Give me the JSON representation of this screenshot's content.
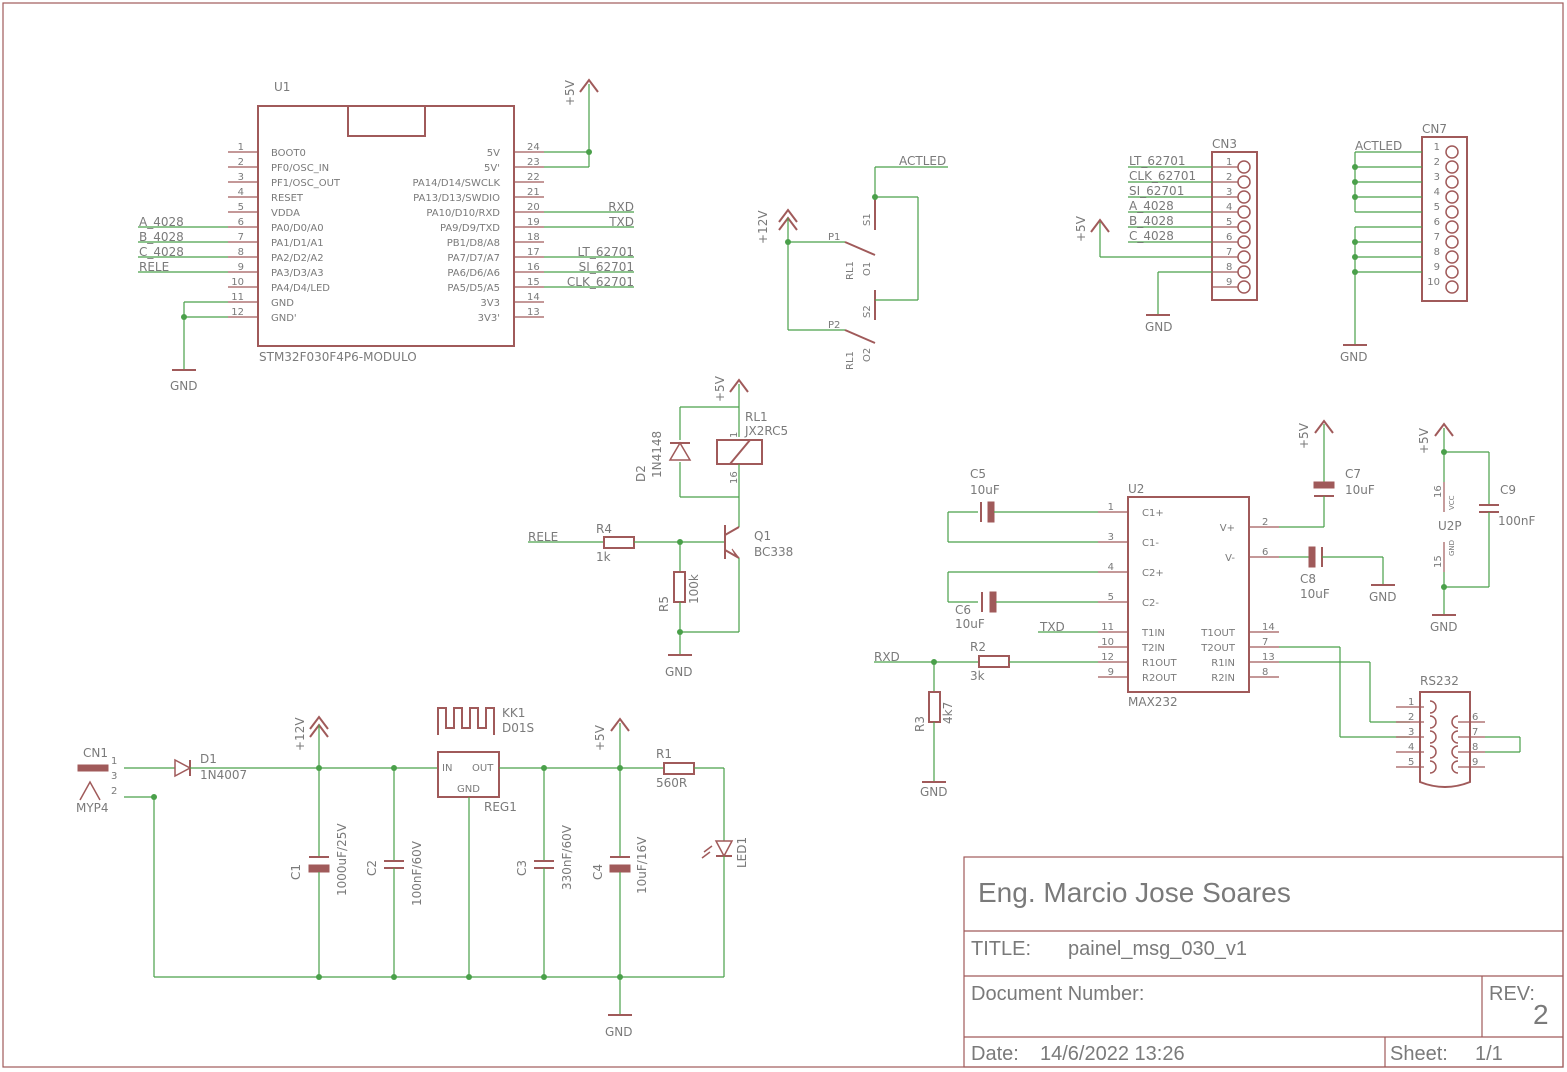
{
  "u1": {
    "ref": "U1",
    "value": "STM32F030F4P6-MODULO",
    "left_pins": [
      {
        "num": "1",
        "name": "BOOT0"
      },
      {
        "num": "2",
        "name": "PF0/OSC_IN"
      },
      {
        "num": "3",
        "name": "PF1/OSC_OUT"
      },
      {
        "num": "4",
        "name": "RESET"
      },
      {
        "num": "5",
        "name": "VDDA"
      },
      {
        "num": "6",
        "name": "PA0/D0/A0"
      },
      {
        "num": "7",
        "name": "PA1/D1/A1"
      },
      {
        "num": "8",
        "name": "PA2/D2/A2"
      },
      {
        "num": "9",
        "name": "PA3/D3/A3"
      },
      {
        "num": "10",
        "name": "PA4/D4/LED"
      },
      {
        "num": "11",
        "name": "GND"
      },
      {
        "num": "12",
        "name": "GND'"
      }
    ],
    "right_pins": [
      {
        "num": "24",
        "name": "5V"
      },
      {
        "num": "23",
        "name": "5V'"
      },
      {
        "num": "22",
        "name": "PA14/D14/SWCLK"
      },
      {
        "num": "21",
        "name": "PA13/D13/SWDIO"
      },
      {
        "num": "20",
        "name": "PA10/D10/RXD"
      },
      {
        "num": "19",
        "name": "PA9/D9/TXD"
      },
      {
        "num": "18",
        "name": "PB1/D8/A8"
      },
      {
        "num": "17",
        "name": "PA7/D7/A7"
      },
      {
        "num": "16",
        "name": "PA6/D6/A6"
      },
      {
        "num": "15",
        "name": "PA5/D5/A5"
      },
      {
        "num": "14",
        "name": "3V3"
      },
      {
        "num": "13",
        "name": "3V3'"
      }
    ],
    "left_nets": [
      "",
      "",
      "",
      "",
      "",
      "A_4028",
      "B_4028",
      "C_4028",
      "RELE",
      "",
      "",
      ""
    ],
    "right_nets": [
      "",
      "",
      "",
      "",
      "RXD",
      "TXD",
      "",
      "LT_62701",
      "SI_62701",
      "CLK_62701",
      "",
      ""
    ]
  },
  "power": {
    "p5v": "+5V",
    "p12v": "+12V",
    "gnd": "GND"
  },
  "relay_switch": {
    "net": "ACTLED",
    "s1": "S1",
    "s2": "S2",
    "p1": "P1",
    "p2": "P2",
    "o1": "O1",
    "o2": "O2",
    "rl1": "RL1"
  },
  "cn3": {
    "ref": "CN3",
    "pins": [
      "1",
      "2",
      "3",
      "4",
      "5",
      "6",
      "7",
      "8",
      "9"
    ],
    "nets": [
      "LT_62701",
      "CLK_62701",
      "SI_62701",
      "A_4028",
      "B_4028",
      "C_4028",
      "",
      "",
      ""
    ]
  },
  "cn7": {
    "ref": "CN7",
    "pins": [
      "1",
      "2",
      "3",
      "4",
      "5",
      "6",
      "7",
      "8",
      "9",
      "10"
    ],
    "net": "ACTLED"
  },
  "relay_driver": {
    "rl_ref": "RL1",
    "rl_value": "JX2RC5",
    "rl_pin1": "1",
    "rl_pin16": "16",
    "d2_ref": "D2",
    "d2_value": "1N4148",
    "q1_ref": "Q1",
    "q1_value": "BC338",
    "r4_ref": "R4",
    "r4_value": "1k",
    "r5_ref": "R5",
    "r5_value": "100k",
    "net_rele": "RELE"
  },
  "max232": {
    "ref": "U2",
    "value": "MAX232",
    "left": [
      {
        "num": "1",
        "name": "C1+"
      },
      {
        "num": "3",
        "name": "C1-"
      },
      {
        "num": "4",
        "name": "C2+"
      },
      {
        "num": "5",
        "name": "C2-"
      },
      {
        "num": "11",
        "name": "T1IN"
      },
      {
        "num": "10",
        "name": "T2IN"
      },
      {
        "num": "12",
        "name": "R1OUT"
      },
      {
        "num": "9",
        "name": "R2OUT"
      }
    ],
    "right": [
      {
        "num": "2",
        "name": "V+"
      },
      {
        "num": "6",
        "name": "V-"
      },
      {
        "num": "14",
        "name": "T1OUT"
      },
      {
        "num": "7",
        "name": "T2OUT"
      },
      {
        "num": "13",
        "name": "R1IN"
      },
      {
        "num": "8",
        "name": "R2IN"
      }
    ],
    "c5_ref": "C5",
    "c5_value": "10uF",
    "c6_ref": "C6",
    "c6_value": "10uF",
    "c7_ref": "C7",
    "c7_value": "10uF",
    "c8_ref": "C8",
    "c8_value": "10uF",
    "r2_ref": "R2",
    "r2_value": "3k",
    "r3_ref": "R3",
    "r3_value": "4k7",
    "net_txd": "TXD",
    "net_rxd": "RXD"
  },
  "u2p": {
    "ref": "U2P",
    "vcc": "VCC",
    "gnd": "GND",
    "pin16": "16",
    "pin15": "15",
    "c9_ref": "C9",
    "c9_value": "100nF"
  },
  "rs232": {
    "ref": "RS232",
    "left": [
      "1",
      "2",
      "3",
      "4",
      "5"
    ],
    "right": [
      "6",
      "7",
      "8",
      "9"
    ]
  },
  "supply": {
    "cn1_ref": "CN1",
    "cn1_value": "MYP4",
    "cn1_pins": [
      "1",
      "3",
      "2"
    ],
    "d1_ref": "D1",
    "d1_value": "1N4007",
    "c1_ref": "C1",
    "c1_value": "1000uF/25V",
    "c2_ref": "C2",
    "c2_value": "100nF/60V",
    "reg_ref": "REG1",
    "reg_in": "IN",
    "reg_out": "OUT",
    "reg_gnd": "GND",
    "kk_ref": "KK1",
    "kk_value": "D01S",
    "c3_ref": "C3",
    "c3_value": "330nF/60V",
    "c4_ref": "C4",
    "c4_value": "10uF/16V",
    "r1_ref": "R1",
    "r1_value": "560R",
    "led_ref": "LED1"
  },
  "title_block": {
    "author": "Eng. Marcio Jose Soares",
    "title_label": "TITLE:",
    "title_value": "painel_msg_030_v1",
    "docnum_label": "Document Number:",
    "rev_label": "REV:",
    "rev_value": "2",
    "date_label": "Date:",
    "date_value": "14/6/2022 13:26",
    "sheet_label": "Sheet:",
    "sheet_value": "1/1"
  },
  "colors": {
    "component": "#a05a5a",
    "wire": "#4aa04a",
    "text": "#7a7a7a"
  }
}
